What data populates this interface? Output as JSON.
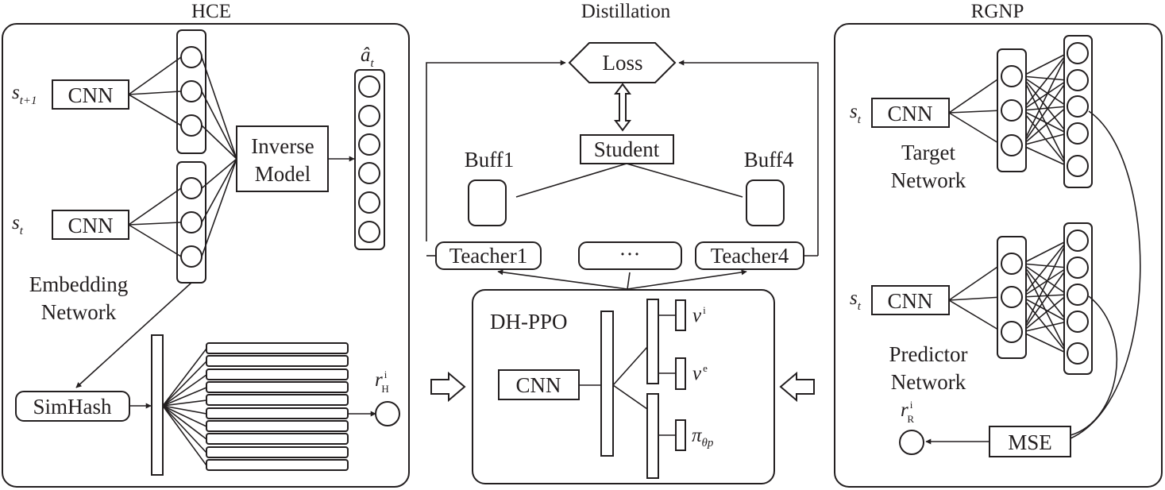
{
  "sections": {
    "hce": {
      "title": "HCE",
      "input_next": {
        "symbol": "s",
        "subscript": "t+1"
      },
      "input_curr": {
        "symbol": "s",
        "subscript": "t"
      },
      "cnn_label": "CNN",
      "inverse_model": [
        "Inverse",
        "Model"
      ],
      "embedding_network": [
        "Embedding",
        "Network"
      ],
      "action_hat": {
        "symbol": "â",
        "subscript": "t"
      },
      "simhash": "SimHash",
      "reward": {
        "symbol": "r",
        "superscript": "i",
        "subscript": "H"
      }
    },
    "distillation": {
      "title": "Distillation",
      "loss": "Loss",
      "student": "Student",
      "buffer_first": "Buff1",
      "buffer_last": "Buff4",
      "teacher_first": "Teacher1",
      "teacher_ellipsis": "···",
      "teacher_last": "Teacher4"
    },
    "dhppo": {
      "title": "DH-PPO",
      "cnn_label": "CNN",
      "value_intrinsic": {
        "symbol": "v",
        "superscript": "i"
      },
      "value_extrinsic": {
        "symbol": "v",
        "superscript": "e"
      },
      "policy": {
        "symbol": "π",
        "subscript": "θp"
      }
    },
    "rgnp": {
      "title": "RGNP",
      "target_input": {
        "symbol": "s",
        "subscript": "t"
      },
      "predictor_input": {
        "symbol": "s",
        "subscript": "t"
      },
      "cnn_label": "CNN",
      "target_network": [
        "Target",
        "Network"
      ],
      "predictor_network": [
        "Predictor",
        "Network"
      ],
      "mse": "MSE",
      "reward": {
        "symbol": "r",
        "superscript": "i",
        "subscript": "R"
      }
    }
  }
}
